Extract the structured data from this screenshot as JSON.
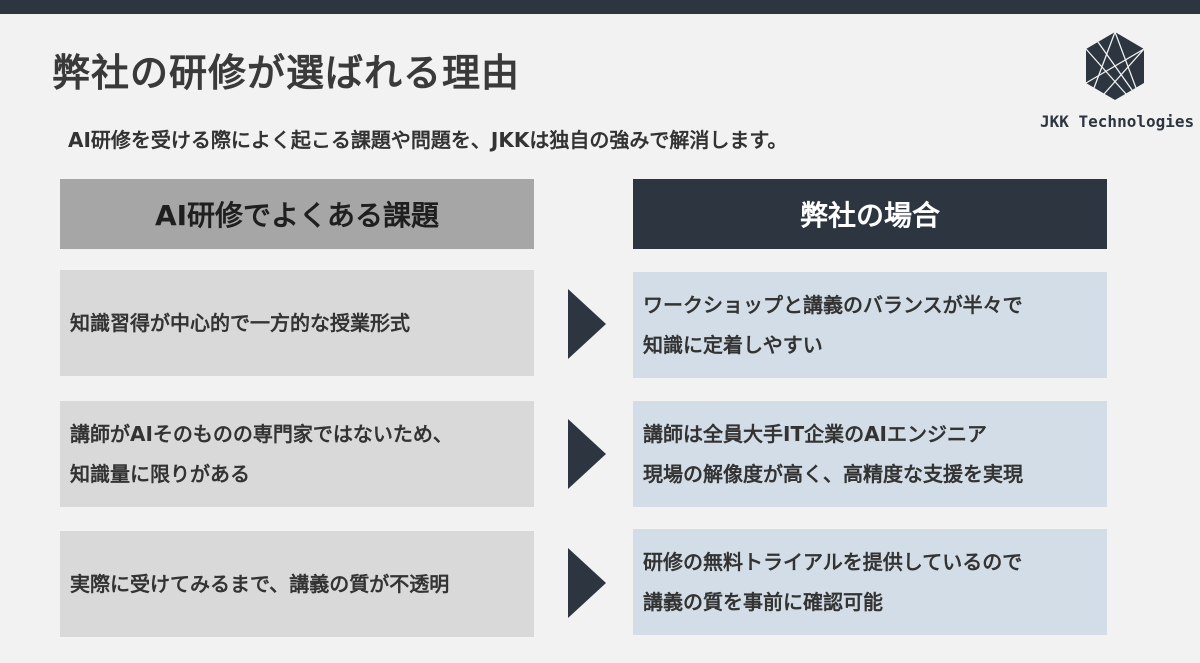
{
  "title": "弊社の研修が選ばれる理由",
  "subtitle": "AI研修を受ける際によく起こる課題や問題を、JKKは独自の強みで解消します。",
  "logo": {
    "text": "JKK Technologies",
    "icon": "hexagon-logo-icon"
  },
  "columns": {
    "left_header": "AI研修でよくある課題",
    "right_header": "弊社の場合"
  },
  "rows": [
    {
      "problem": [
        "知識習得が中心的で一方的な授業形式"
      ],
      "solution": [
        "ワークショップと講義のバランスが半々で",
        "知識に定着しやすい"
      ]
    },
    {
      "problem": [
        "講師がAIそのものの専門家ではないため、",
        "知識量に限りがある"
      ],
      "solution": [
        "講師は全員大手IT企業のAIエンジニア",
        "現場の解像度が高く、高精度な支援を実現"
      ]
    },
    {
      "problem": [
        "実際に受けてみるまで、講義の質が不透明"
      ],
      "solution": [
        "研修の無料トライアルを提供しているので",
        "講義の質を事前に確認可能"
      ]
    }
  ],
  "colors": {
    "dark": "#2d3640",
    "left_header_bg": "#a6a6a6",
    "left_cell_bg": "#d9d9d9",
    "right_cell_bg": "#d3dde7",
    "page_bg": "#f2f2f2"
  }
}
